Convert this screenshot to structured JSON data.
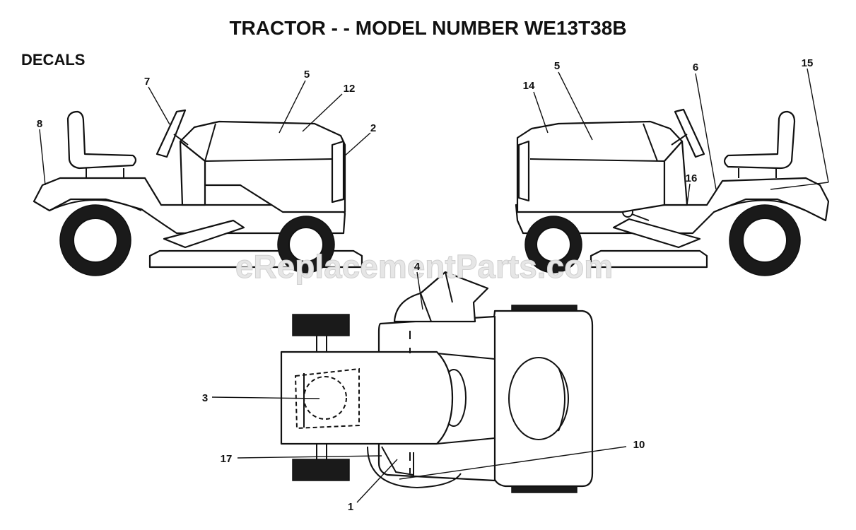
{
  "title": "TRACTOR - - MODEL NUMBER WE13T38B",
  "section": "DECALS",
  "watermark": "eReplacementParts.com",
  "callouts": {
    "c7": "7",
    "c5a": "5",
    "c12": "12",
    "c8": "8",
    "c2": "2",
    "c14": "14",
    "c5b": "5",
    "c6": "6",
    "c15": "15",
    "c16": "16",
    "c4": "4",
    "c3": "3",
    "c17": "17",
    "c10": "10",
    "c1": "1"
  }
}
